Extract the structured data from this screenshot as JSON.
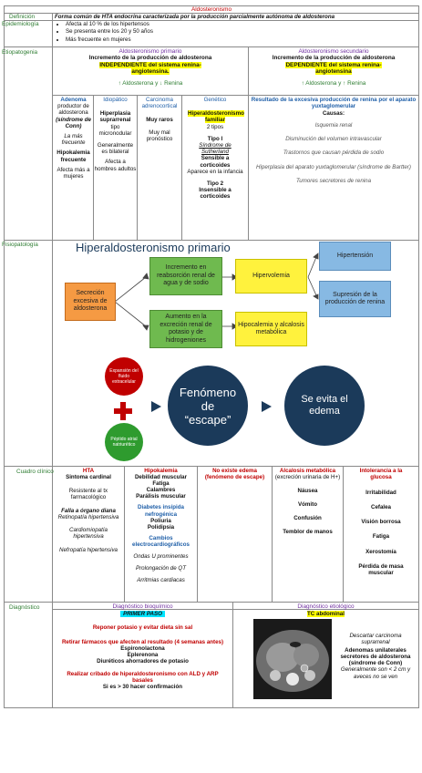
{
  "title": "Aldosteronismo",
  "definicion": {
    "label": "Definición",
    "text": "Forma común de HTA endocrina caracterizada por la producción parcialmente autónoma de aldosterona"
  },
  "epidemiologia": {
    "label": "Epidemiología",
    "items": [
      "Afecta al 10 % de los hipertensos",
      "Se presenta entre los 20 y 50 años",
      "Más frecuente en mujeres"
    ]
  },
  "etiopatogenia": {
    "label": "Etiopatogenia",
    "primario": {
      "title": "Aldosteronismo primario",
      "line1": "Incremento de la producción de aldosterona",
      "line2": "INDEPENDIENTE del sistema renina-angiotensina.",
      "line3": "↑ Aldosterona y ↓ Renina",
      "cols": [
        {
          "head": "Adenoma",
          "l1": "productor de aldosterona",
          "l2": "(síndrome de Conn)",
          "l3": "La más frecuente",
          "l4": "Hipokalemia frecuente",
          "l5": "Afecta más a mujeres"
        },
        {
          "head": "Idiopático",
          "l1": "Hiperplasia suprarrenal",
          "l2": "tipo micronodular",
          "l3": "Generalmente es bilateral",
          "l4": "Afecta a hombres adultos"
        },
        {
          "head": "Carcinoma adrenocortical",
          "l1": "Muy raros",
          "l2": "Muy mal pronóstico"
        },
        {
          "head": "Genético",
          "l1": "Hiperaldosteronismo familiar",
          "l2": "2 tipos",
          "l3": "Tipo I",
          "l4": "Síndrome de Sutherland",
          "l5": "Sensible a corticoides",
          "l6": "Aparece en la infancia",
          "l7": "Tipo 2",
          "l8": "Insensible a corticoides"
        }
      ]
    },
    "secundario": {
      "title": "Aldosteronismo secundario",
      "line1": "Incremento de la producción de aldosterona",
      "line2": "DEPENDIENTE del sistema renina-angiotensina",
      "line3": "↑ Aldosterona y ↑ Renina",
      "resultado": "Resultado de la excesiva producción de renina por el aparato yuxtaglomerular",
      "causas_label": "Causas:",
      "causas": [
        "Isquemia renal",
        "Disminución del volumen intravascular",
        "Trastornos que causan pérdida de sodio",
        "Hiperplasia del aparato yuxtaglomerular (síndrome de Bartter)",
        "Tumores secretores de renina"
      ]
    }
  },
  "fisiopatologia": {
    "label": "Fisiopatología",
    "diagram_title": "Hiperaldosteronismo primario",
    "box_secrecion": "Secreción excesiva de aldosterona",
    "box_reabsorcion": "Incremento en reabsorción renal de agua y de sodio",
    "box_excrecion": "Aumento en la excreción renal de potasio y de hidrogeniones",
    "box_hipervolemia": "Hipervolemia",
    "box_hipocalemia": "Hipocalemia y alcalosis metabólica",
    "box_hipertension": "Hipertensión",
    "box_supresion": "Supresión de la producción de renina",
    "circle_expansion": "Expansión del fluido extracelular",
    "circle_peptido": "Péptido atrial natriurético",
    "circle_fenomeno": "Fenómeno de “escape”",
    "circle_evita": "Se evita el edema"
  },
  "cuadro": {
    "label": "Cuadro clínico",
    "hta": {
      "head": "HTA",
      "l1": "Sintoma cardinal",
      "l2": "Resistente al tx farmacológico",
      "l3": "Falla a órgano diana",
      "l4": "Retinopatía hipertensiva",
      "l5": "Cardiomiopatía hipertensiva",
      "l6": "Nefropatía hipertensiva"
    },
    "hipo": {
      "head": "Hipokalemia",
      "l1": "Debilidad muscular",
      "l2": "Fatiga",
      "l3": "Calambres",
      "l4": "Parálisis muscular",
      "l5": "Diabetes insípida nefrogénica",
      "l6": "Poliuria",
      "l7": "Polidipsia",
      "l8": "Cambios electrocardiográficos",
      "l9": "Ondas U prominentes",
      "l10": "Prolongación de QT",
      "l11": "Arritmias cardiacas"
    },
    "edema": {
      "head": "No existe edema",
      "l1": "(fenómeno de escape)"
    },
    "alc": {
      "head": "Alcalosis metabólica",
      "l1": "(excreción urinaria de H+)",
      "l2": "Náusea",
      "l3": "Vómito",
      "l4": "Confusión",
      "l5": "Temblor de manos"
    },
    "into": {
      "head": "Intolerancia a la glucosa",
      "l1": "Irritabilidad",
      "l2": "Cefalea",
      "l3": "Visión borrosa",
      "l4": "Fatiga",
      "l5": "Xerostomía",
      "l6": "Pérdida de masa muscular"
    }
  },
  "diagnostico": {
    "label": "Diagnóstico",
    "bio": {
      "title": "Diagnóstico bioquímico",
      "paso": "PRIMER PASO",
      "l1": "Reponer potasio y evitar dieta sin sal",
      "l2": "Retirar fármacos que afecten al resultado (4 semanas antes)",
      "l3": "Espironolactona",
      "l4": "Eplerenona",
      "l5": "Diuréticos ahorradores de potasio",
      "l6": "Realizar cribado de hiperaldosteronismo con ALD y ARP basales",
      "l7": "Si es > 30 hacer confirmación"
    },
    "eti": {
      "title": "Diagnóstico etiológico",
      "tc": "TC abdominal",
      "l1": "Descartar carcinoma suprarrenal",
      "l2": "Adenomas unilaterales secretores de aldosterona (síndrome de Conn)",
      "l3": "Generalmente son < 2 cm y aveces no se ven"
    }
  },
  "colors": {
    "orange": "#f59a43",
    "green": "#6fba4f",
    "yellow": "#fff23d",
    "blue": "#87b9e3",
    "red": "#c00000",
    "navy": "#1b3a5a"
  }
}
